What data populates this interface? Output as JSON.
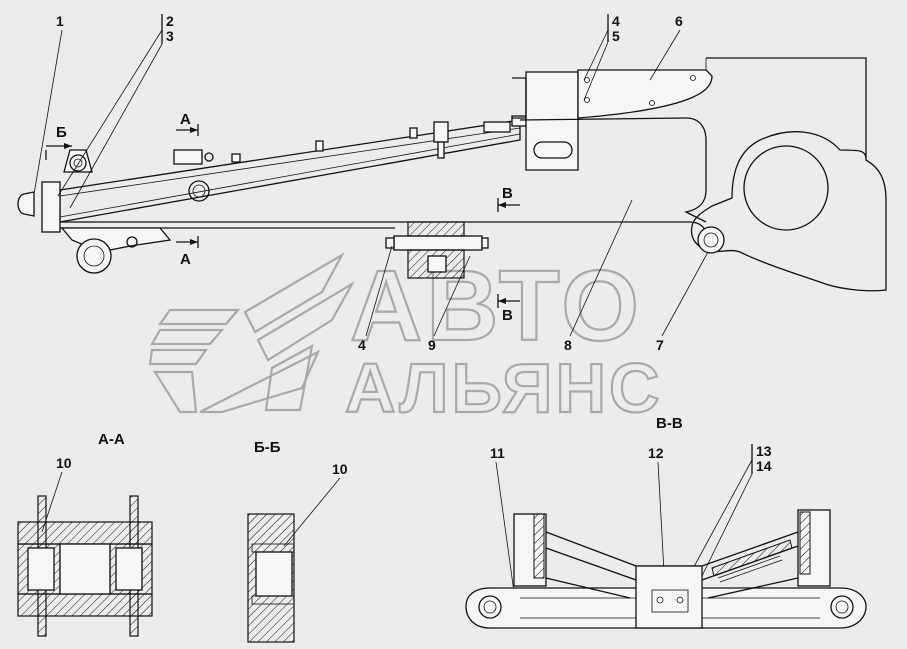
{
  "callouts": {
    "c1": "1",
    "c2": "2",
    "c3": "3",
    "c4a": "4",
    "c5": "5",
    "c6": "6",
    "c4b": "4",
    "c9": "9",
    "c8": "8",
    "c7": "7",
    "c10a": "10",
    "c10b": "10",
    "c11": "11",
    "c12": "12",
    "c13": "13",
    "c14": "14"
  },
  "section_marks": {
    "b_top": "Б",
    "a_top": "А",
    "a_bottom": "А",
    "v_mid": "В",
    "v_low": "В"
  },
  "section_titles": {
    "aa": "А-А",
    "bb": "Б-Б",
    "vv": "В-В"
  },
  "watermark": {
    "line1": "АВТО",
    "line2": "АЛЬЯНС"
  }
}
